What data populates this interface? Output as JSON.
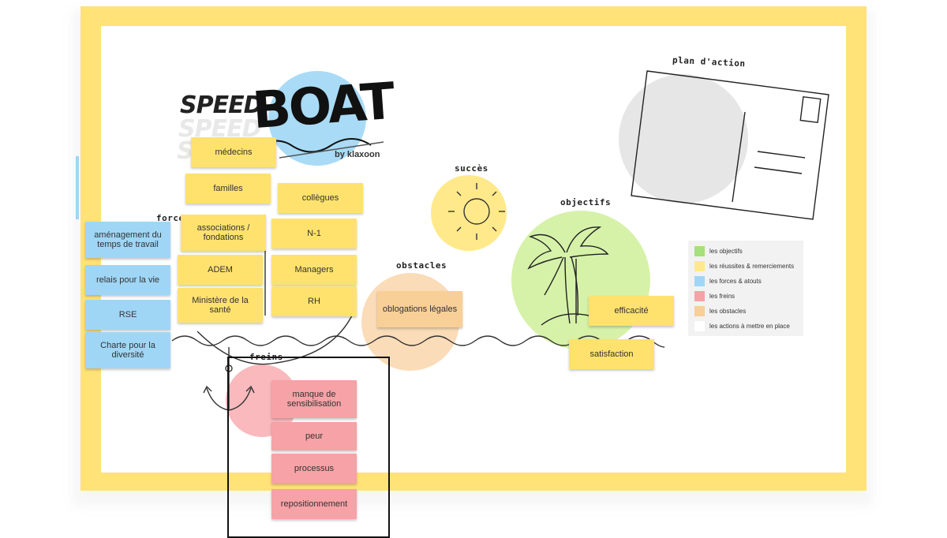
{
  "logo": {
    "speed": "SPEED",
    "speed_shadow": "SPEED",
    "boat": "BOAT",
    "by": "by klaxoon"
  },
  "labels": {
    "forces": "forces",
    "freins": "freins",
    "obstacles": "obstacles",
    "succes": "succès",
    "objectifs": "objectifs",
    "plan": "plan d'action"
  },
  "notes": {
    "medecins": "médecins",
    "familles": "familles",
    "collegues": "collègues",
    "associations": "associations / fondations",
    "n1": "N-1",
    "adem": "ADEM",
    "managers": "Managers",
    "ministere": "Ministère de la santé",
    "rh": "RH",
    "amenagement": "aménagement du temps de travail",
    "relais": "relais pour la vie",
    "rse": "RSE",
    "charte": "Charte pour la diversité",
    "manque": "manque de sensibilisation",
    "peur": "peur",
    "processus": "processus",
    "repositionnement": "repositionnement",
    "oblogations": "oblogations légales",
    "efficacite": "efficacité",
    "satisfaction": "satisfaction"
  },
  "legend": [
    {
      "label": "les objectifs",
      "color": "#a6e07a"
    },
    {
      "label": "les réussites & remerciements",
      "color": "#ffe98a"
    },
    {
      "label": "les forces & atouts",
      "color": "#9fd6f6"
    },
    {
      "label": "les freins",
      "color": "#f6a2a6"
    },
    {
      "label": "les obstacles",
      "color": "#f8cf97"
    },
    {
      "label": "les actions à mettre en place",
      "color": "#ffffff"
    }
  ],
  "colors": {
    "frame": "#ffe278",
    "yellow_note": "#ffe26e",
    "blue_note": "#9fd6f6",
    "red_note": "#f6a2a6",
    "orange_note": "#f8cf97"
  }
}
